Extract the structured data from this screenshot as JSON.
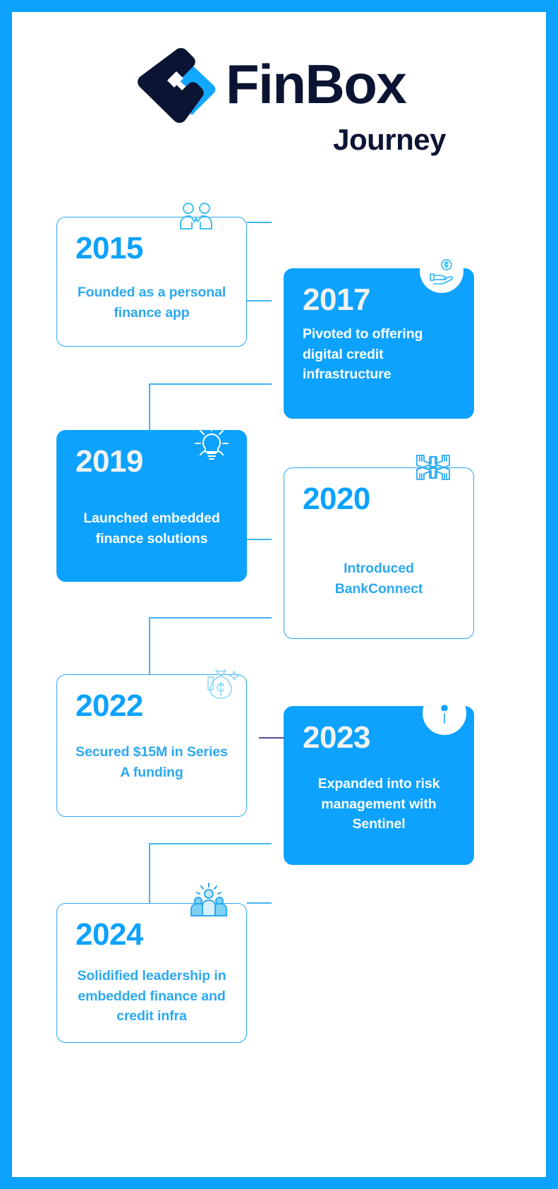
{
  "brand": {
    "name": "FinBox",
    "subtitle": "Journey",
    "logo_icon": "finbox-logo-mark",
    "navy": "#0C1433",
    "blue": "#0CA2FE",
    "frame_color": "#0CA2FE"
  },
  "timeline": {
    "milestones": [
      {
        "year": "2015",
        "description": "Founded as a personal finance app",
        "style": "outline",
        "side": "left",
        "icon": "handshake-people-icon",
        "align": "center"
      },
      {
        "year": "2017",
        "description": "Pivoted to offering digital credit infrastructure",
        "style": "filled",
        "side": "right",
        "icon": "hand-holding-money-icon",
        "align": "left"
      },
      {
        "year": "2019",
        "description": "Launched embedded finance solutions",
        "style": "filled",
        "side": "left",
        "icon": "lightbulb-idea-icon",
        "align": "center"
      },
      {
        "year": "2020",
        "description": "Introduced BankConnect",
        "style": "outline",
        "side": "right",
        "icon": "four-hands-teamwork-icon",
        "align": "center"
      },
      {
        "year": "2022",
        "description": "Secured $15M in Series A funding",
        "style": "outline",
        "side": "left",
        "icon": "money-bag-icon",
        "align": "center"
      },
      {
        "year": "2023",
        "description": "Expanded into risk management with Sentinel",
        "style": "filled",
        "side": "right",
        "icon": "risk-radar-icon",
        "align": "center"
      },
      {
        "year": "2024",
        "description": "Solidified leadership in embedded finance and credit infra",
        "style": "outline",
        "side": "left",
        "icon": "team-leadership-icon",
        "align": "center"
      }
    ]
  }
}
